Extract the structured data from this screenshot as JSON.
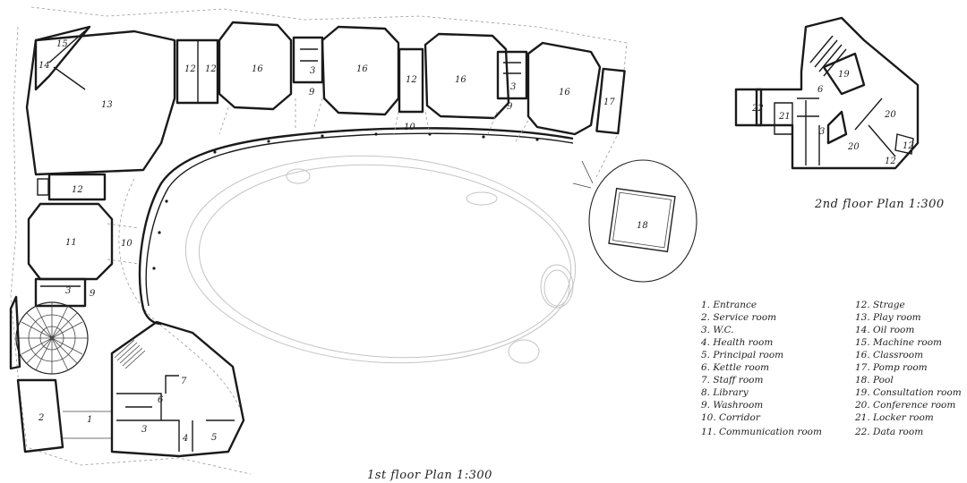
{
  "titles": {
    "first_floor": "1st floor Plan   1:300",
    "second_floor": "2nd floor Plan   1:300"
  },
  "first_floor_labels": {
    "r1": "1",
    "r2": "2",
    "r3a": "3",
    "r3b": "3",
    "r3c": "3",
    "r3d": "3",
    "r4": "4",
    "r5": "5",
    "r6": "6",
    "r7": "7",
    "r9a": "9",
    "r9b": "9",
    "r9c": "9",
    "r10a": "10",
    "r10b": "10",
    "r11": "11",
    "r12a": "12",
    "r12b": "12",
    "r12c": "12",
    "r12d": "12",
    "r13": "13",
    "r14": "14",
    "r15": "15",
    "r16a": "16",
    "r16b": "16",
    "r16c": "16",
    "r16d": "16",
    "r17": "17",
    "r18": "18"
  },
  "second_floor_labels": {
    "r3": "3",
    "r6": "6",
    "r12a": "12",
    "r12b": "12",
    "r19": "19",
    "r20a": "20",
    "r20b": "20",
    "r21": "21",
    "r22": "22"
  },
  "legend_left": [
    "1. Entrance",
    "2. Service room",
    "3. W.C.",
    "4. Health room",
    "5. Principal room",
    "6. Kettle room",
    "7. Staff room",
    "8. Library",
    "9. Washroom",
    "10. Corridor",
    "11. Communication room"
  ],
  "legend_right": [
    "12. Strage",
    "13. Play room",
    "14. Oil room",
    "15. Machine room",
    "16. Classroom",
    "17. Pomp room",
    "18. Pool",
    "19. Consultation room",
    "20. Conference room",
    "21. Locker room",
    "22. Data room"
  ]
}
